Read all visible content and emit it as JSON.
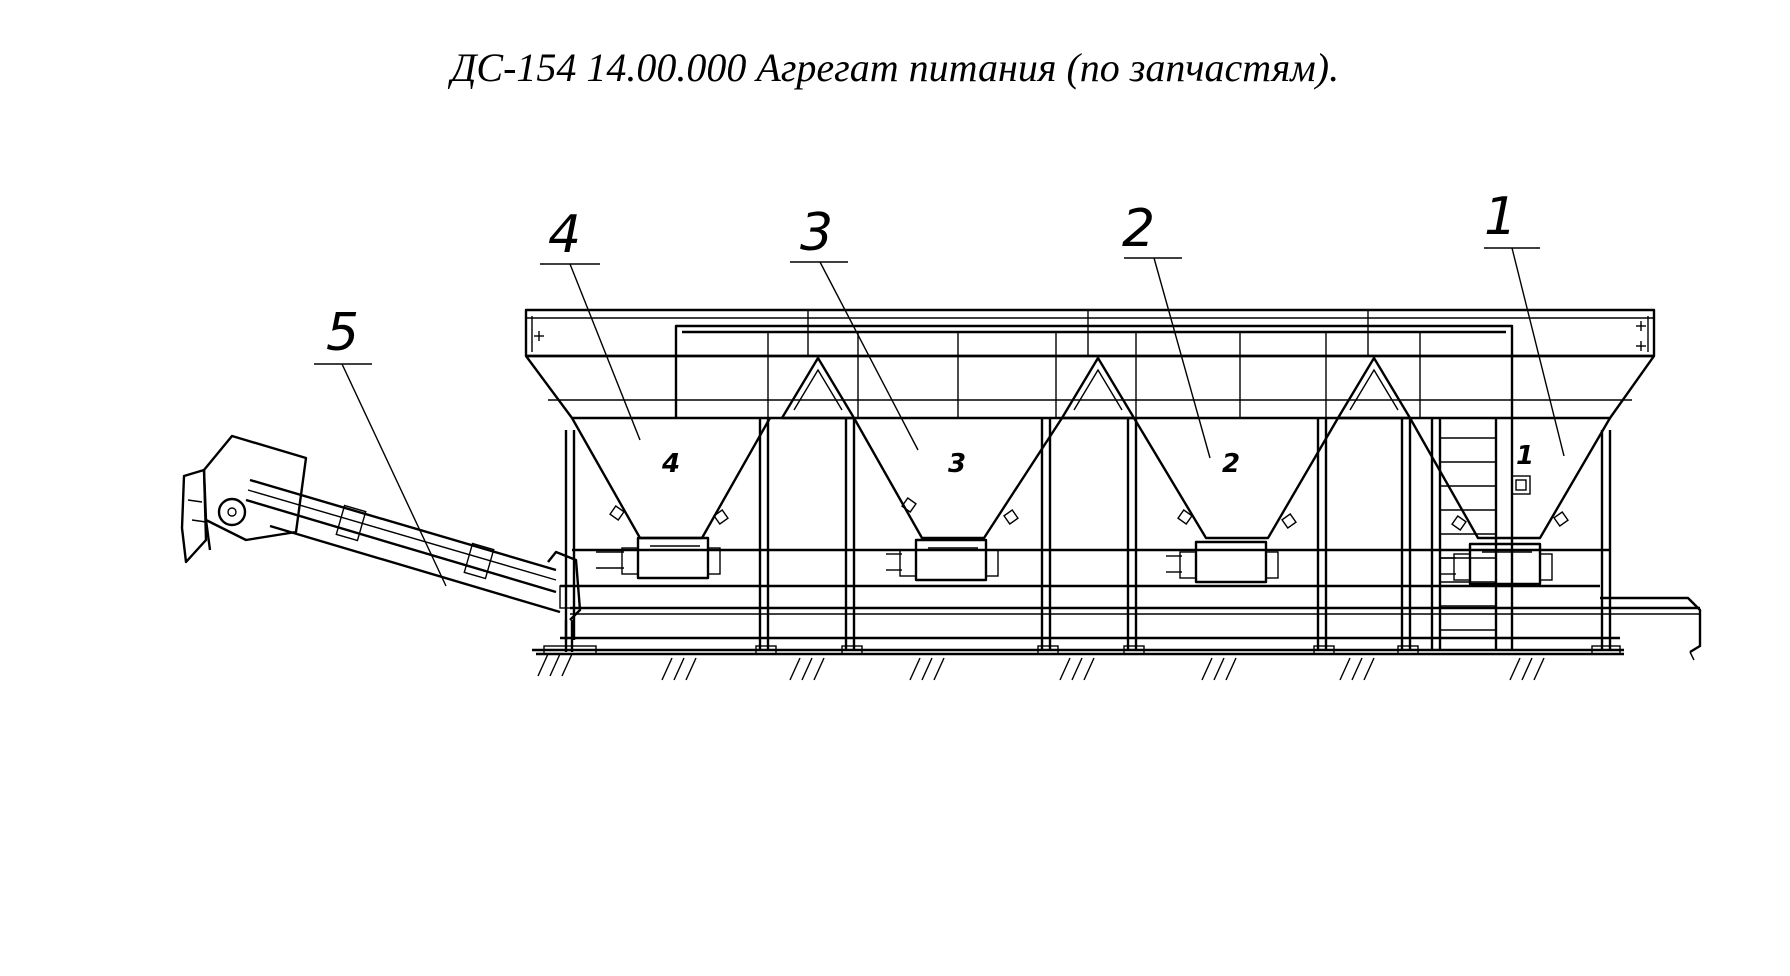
{
  "document": {
    "title": "ДС-154 14.00.000 Агрегат питания (по запчастям)."
  },
  "callouts": [
    {
      "id": "1",
      "label": "1"
    },
    {
      "id": "2",
      "label": "2"
    },
    {
      "id": "3",
      "label": "3"
    },
    {
      "id": "4",
      "label": "4"
    },
    {
      "id": "5",
      "label": "5"
    }
  ],
  "hopper_markings": [
    "1",
    "2",
    "3",
    "4"
  ]
}
